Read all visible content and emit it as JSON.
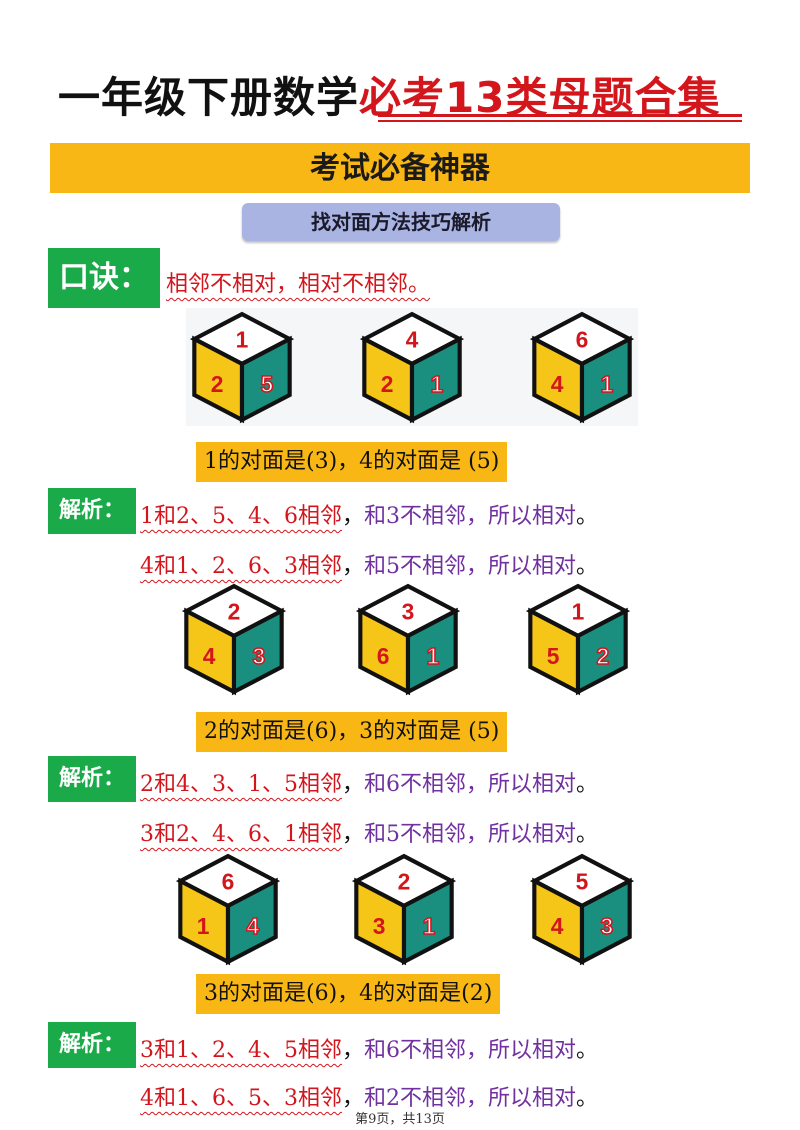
{
  "header": {
    "title_black": "一年级下册数学",
    "title_red": "必考13类母题合集"
  },
  "banner": "考试必备神器",
  "section_pill": "找对面方法技巧解析",
  "mnemonic": {
    "tag": "口诀：",
    "text": "相邻不相对，相对不相邻。"
  },
  "analysis_tag": "解析：",
  "groups": [
    {
      "cubes": [
        {
          "top": "1",
          "left": "2",
          "right": "5"
        },
        {
          "top": "4",
          "left": "2",
          "right": "1"
        },
        {
          "top": "6",
          "left": "4",
          "right": "1"
        }
      ],
      "answer": "1的对面是(3)，4的对面是 (5)",
      "lines": [
        {
          "red": "1和2、5、4、6相邻",
          "black": "，",
          "purple": "和3不相邻，所以相对",
          "end": "。"
        },
        {
          "red": "4和1、2、6、3相邻",
          "black": "，",
          "purple": "和5不相邻，所以相对",
          "end": "。"
        }
      ]
    },
    {
      "cubes": [
        {
          "top": "2",
          "left": "4",
          "right": "3"
        },
        {
          "top": "3",
          "left": "6",
          "right": "1"
        },
        {
          "top": "1",
          "left": "5",
          "right": "2"
        }
      ],
      "answer": "2的对面是(6)，3的对面是 (5)",
      "lines": [
        {
          "red": "2和4、3、1、5相邻",
          "black": "，",
          "purple": "和6不相邻，所以相对",
          "end": "。"
        },
        {
          "red": "3和2、4、6、1相邻",
          "black": "，",
          "purple": "和5不相邻，所以相对",
          "end": "。"
        }
      ]
    },
    {
      "cubes": [
        {
          "top": "6",
          "left": "1",
          "right": "4"
        },
        {
          "top": "2",
          "left": "3",
          "right": "1"
        },
        {
          "top": "5",
          "left": "4",
          "right": "3"
        }
      ],
      "answer": "3的对面是(6)，4的对面是(2)",
      "lines": [
        {
          "red": "3和1、2、4、5相邻",
          "black": "，",
          "purple": "和6不相邻，所以相对",
          "end": "。"
        },
        {
          "red": "4和1、6、5、3相邻",
          "black": "，",
          "purple": "和2不相邻，所以相对",
          "end": "。"
        }
      ]
    }
  ],
  "footer": "第9页，共13页",
  "colors": {
    "title_red": "#d3151c",
    "banner_yellow": "#f9b716",
    "pill_blue": "#aab4e3",
    "tag_green": "#1aaa4a",
    "cube_yellow": "#f5c518",
    "cube_teal": "#1a8f80",
    "purple_text": "#7030a0"
  }
}
